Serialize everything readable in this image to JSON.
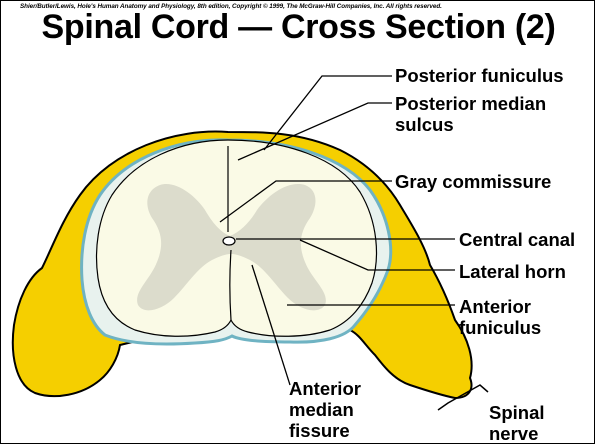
{
  "copyright": "Shier/Butler/Lewis, Hole's Human Anatomy and Physiology, 8th edition, Copyright © 1999, The McGraw-Hill Companies, Inc. All rights reserved.",
  "title": "Spinal Cord — Cross Section (2)",
  "labels": {
    "posterior_funiculus": "Posterior funiculus",
    "posterior_median_sulcus_1": "Posterior median",
    "posterior_median_sulcus_2": "sulcus",
    "gray_commissure": "Gray commissure",
    "central_canal": "Central canal",
    "lateral_horn": "Lateral horn",
    "anterior_funiculus_1": "Anterior",
    "anterior_funiculus_2": "funiculus",
    "anterior_median_fissure_1": "Anterior",
    "anterior_median_fissure_2": "median",
    "anterior_median_fissure_3": "fissure",
    "spinal_nerve_1": "Spinal",
    "spinal_nerve_2": "nerve"
  },
  "colors": {
    "meninges": "#f5cf00",
    "white_matter": "#fafae6",
    "gray_matter": "#dcdccc",
    "membrane_edge": "#6fb3c3"
  }
}
